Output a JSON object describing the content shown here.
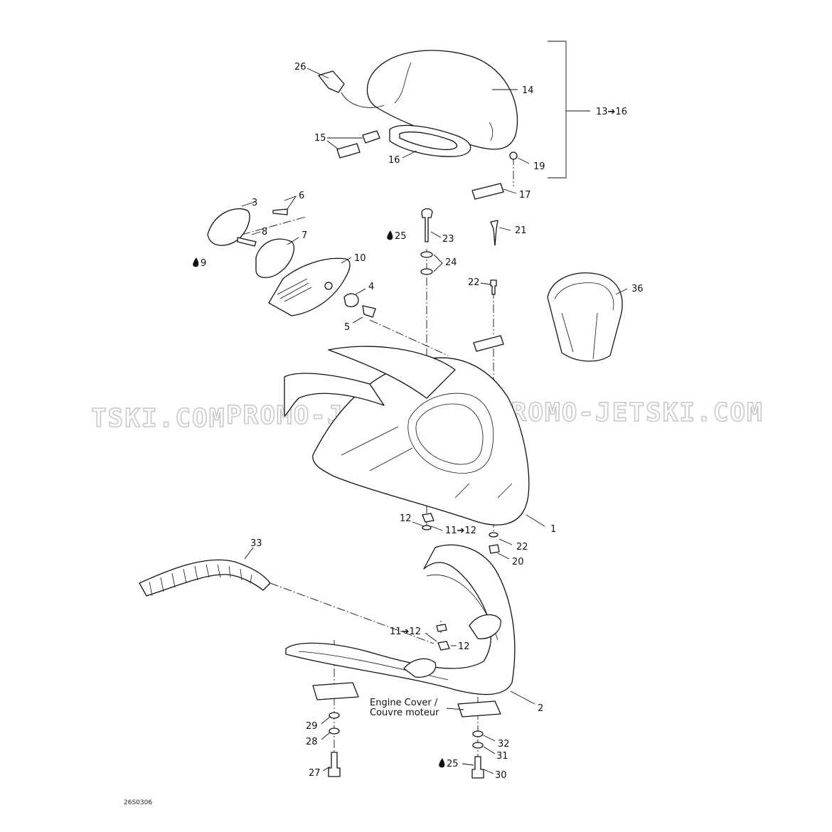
{
  "callouts": [
    {
      "id": "c26",
      "text": "26"
    },
    {
      "id": "c14",
      "text": "14"
    },
    {
      "id": "c1316",
      "text": "13➔16"
    },
    {
      "id": "c15",
      "text": "15"
    },
    {
      "id": "c16",
      "text": "16"
    },
    {
      "id": "c19",
      "text": "19"
    },
    {
      "id": "c17",
      "text": "17"
    },
    {
      "id": "c6",
      "text": "6"
    },
    {
      "id": "c3",
      "text": "3"
    },
    {
      "id": "c8",
      "text": "8"
    },
    {
      "id": "c7",
      "text": "7"
    },
    {
      "id": "c9",
      "text": "9"
    },
    {
      "id": "c25a",
      "text": "25"
    },
    {
      "id": "c23",
      "text": "23"
    },
    {
      "id": "c21",
      "text": "21"
    },
    {
      "id": "c24",
      "text": "24"
    },
    {
      "id": "c10",
      "text": "10"
    },
    {
      "id": "c4",
      "text": "4"
    },
    {
      "id": "c5",
      "text": "5"
    },
    {
      "id": "c22a",
      "text": "22"
    },
    {
      "id": "c36",
      "text": "36"
    },
    {
      "id": "c12a",
      "text": "12"
    },
    {
      "id": "c1112a",
      "text": "11➔12"
    },
    {
      "id": "c1",
      "text": "1"
    },
    {
      "id": "c22b",
      "text": "22"
    },
    {
      "id": "c20",
      "text": "20"
    },
    {
      "id": "c33",
      "text": "33"
    },
    {
      "id": "c1112b",
      "text": "11➔12"
    },
    {
      "id": "c12b",
      "text": "12"
    },
    {
      "id": "c2",
      "text": "2"
    },
    {
      "id": "c29",
      "text": "29"
    },
    {
      "id": "c28",
      "text": "28"
    },
    {
      "id": "c27",
      "text": "27"
    },
    {
      "id": "c32",
      "text": "32"
    },
    {
      "id": "c31",
      "text": "31"
    },
    {
      "id": "c25b",
      "text": "25"
    },
    {
      "id": "c30",
      "text": "30"
    }
  ],
  "engine_cover_label": {
    "line1": "Engine Cover /",
    "line2": "Couvre moteur"
  },
  "watermark": {
    "part1": "TSKI.COM",
    "part2": "PROMO-JETSKI.COM",
    "part3": "PROMO-JETSKI.COM"
  },
  "diagram_code": "26S0306",
  "icons": {
    "oil_drop": "oil-drop-icon"
  }
}
